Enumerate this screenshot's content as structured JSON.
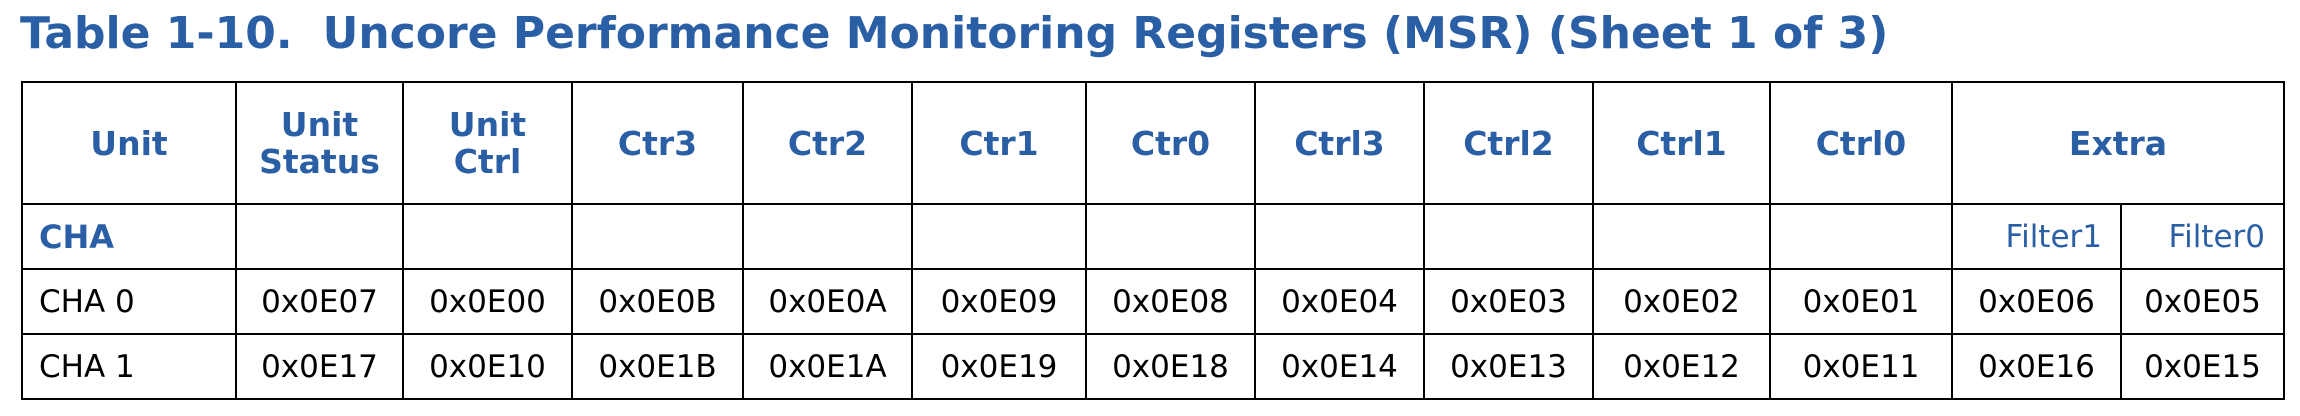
{
  "caption": {
    "number": "Table 1-10.",
    "title": "Uncore Performance Monitoring Registers (MSR) (Sheet 1 of 3)"
  },
  "headers": {
    "unit": "Unit",
    "unit_status_line1": "Unit",
    "unit_status_line2": "Status",
    "unit_ctrl_line1": "Unit",
    "unit_ctrl_line2": "Ctrl",
    "ctr3": "Ctr3",
    "ctr2": "Ctr2",
    "ctr1": "Ctr1",
    "ctr0": "Ctr0",
    "ctrl3": "Ctrl3",
    "ctrl2": "Ctrl2",
    "ctrl1": "Ctrl1",
    "ctrl0": "Ctrl0",
    "extra": "Extra"
  },
  "subheader": {
    "unit": "CHA",
    "filter1": "Filter1",
    "filter0": "Filter0"
  },
  "rows": [
    {
      "unit": "CHA 0",
      "unit_status": "0x0E07",
      "unit_ctrl": "0x0E00",
      "ctr3": "0x0E0B",
      "ctr2": "0x0E0A",
      "ctr1": "0x0E09",
      "ctr0": "0x0E08",
      "ctrl3": "0x0E04",
      "ctrl2": "0x0E03",
      "ctrl1": "0x0E02",
      "ctrl0": "0x0E01",
      "filter1": "0x0E06",
      "filter0": "0x0E05"
    },
    {
      "unit": "CHA 1",
      "unit_status": "0x0E17",
      "unit_ctrl": "0x0E10",
      "ctr3": "0x0E1B",
      "ctr2": "0x0E1A",
      "ctr1": "0x0E19",
      "ctr0": "0x0E18",
      "ctrl3": "0x0E14",
      "ctrl2": "0x0E13",
      "ctrl1": "0x0E12",
      "ctrl0": "0x0E11",
      "filter1": "0x0E16",
      "filter0": "0x0E15"
    }
  ],
  "colors": {
    "heading_blue": "#2a5fa5",
    "border": "#000000",
    "text": "#000000"
  }
}
